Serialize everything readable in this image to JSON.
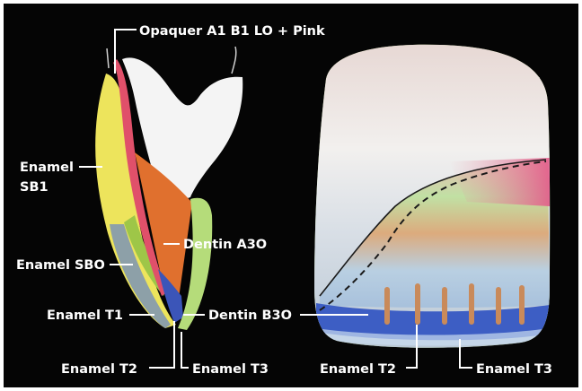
{
  "labels": {
    "opaquer": "Opaquer A1 B1 LO + Pink",
    "enamel_sb1_line1": "Enamel",
    "enamel_sb1_line2": "SB1",
    "dentin_a3o": "Dentin A3O",
    "enamel_sbo": "Enamel SBO",
    "enamel_t1": "Enamel T1",
    "dentin_b3o": "Dentin B3O",
    "enamel_t2_left": "Enamel T2",
    "enamel_t3_left": "Enamel T3",
    "enamel_t2_right": "Enamel T2",
    "enamel_t3_right": "Enamel T3"
  },
  "colors": {
    "background": "#050505",
    "label_text": "#ffffff",
    "opaquer_white": "#f4f4f4",
    "pink_layer": "#e0506a",
    "enamel_sb1_yellow": "#ede45c",
    "dentin_a3o_orange": "#e0702e",
    "enamel_sbo_green": "#a9cc56",
    "enamel_t1_gray": "#8da0a8",
    "dentin_b3o_blue": "#3b55b8",
    "enamel_t3_green": "#b5dc7a"
  }
}
